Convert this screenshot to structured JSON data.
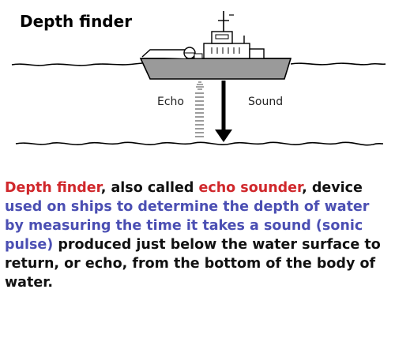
{
  "title": "Depth finder",
  "labels": {
    "echo": "Echo",
    "sound": "Sound"
  },
  "colors": {
    "red": "#d0282c",
    "blue": "#4b4fb3",
    "hull": "#9a9a9a"
  },
  "description": {
    "p1": "Depth finder",
    "p2": ", also called ",
    "p3": "echo sounder",
    "p4": ", device ",
    "p5": "used on ships to determine the depth of water by measuring the time it takes a sound (sonic pulse)",
    "p6": " produced just below the water surface to return, or echo, from the bottom of the body of water."
  }
}
